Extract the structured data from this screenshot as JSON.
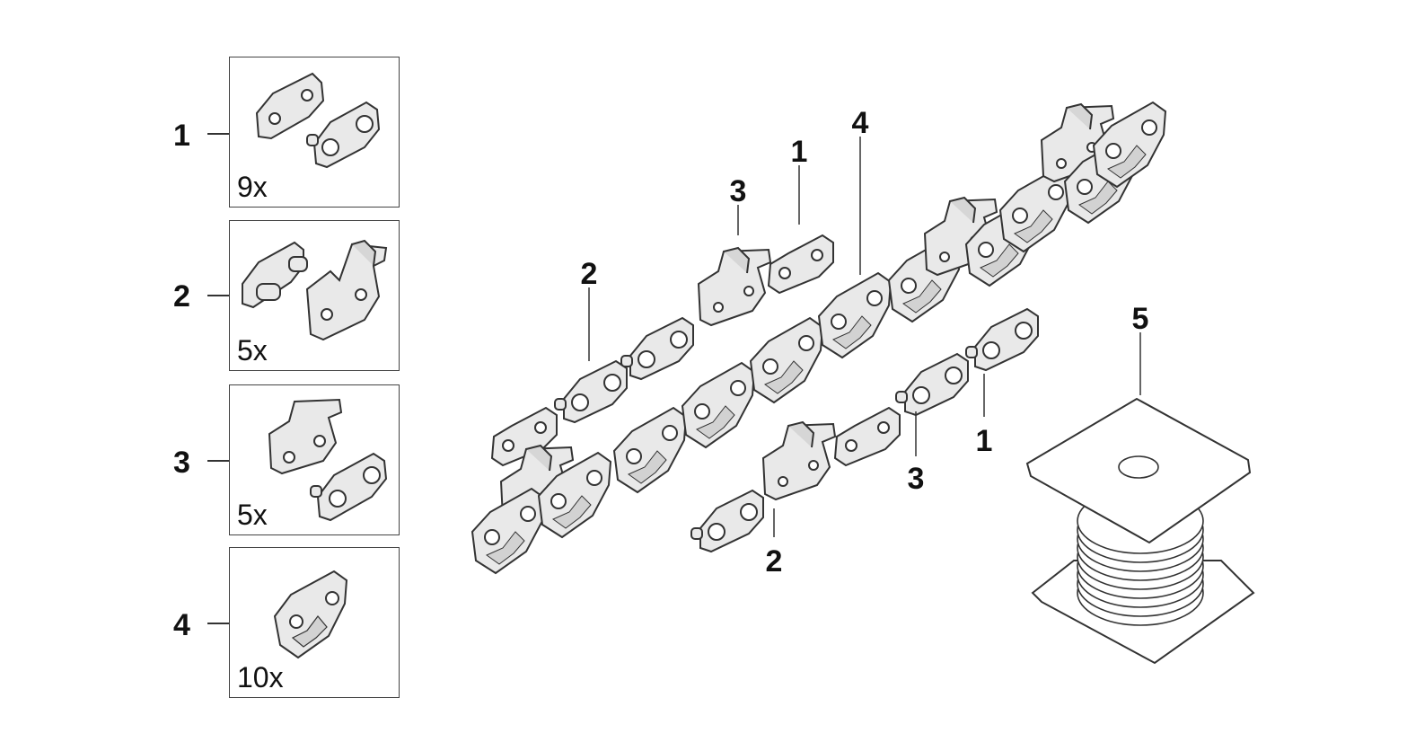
{
  "legend": [
    {
      "number": "1",
      "quantity": "9x"
    },
    {
      "number": "2",
      "quantity": "5x"
    },
    {
      "number": "3",
      "quantity": "5x"
    },
    {
      "number": "4",
      "quantity": "10x"
    }
  ],
  "callouts": {
    "c1a": "1",
    "c2a": "2",
    "c3a": "3",
    "c4a": "4",
    "c5": "5",
    "c1b": "1",
    "c2b": "2",
    "c3b": "3"
  },
  "colors": {
    "line": "#333333",
    "part_fill": "#e9e9e9",
    "part_shadow": "#c8c8c8",
    "background": "#ffffff"
  }
}
